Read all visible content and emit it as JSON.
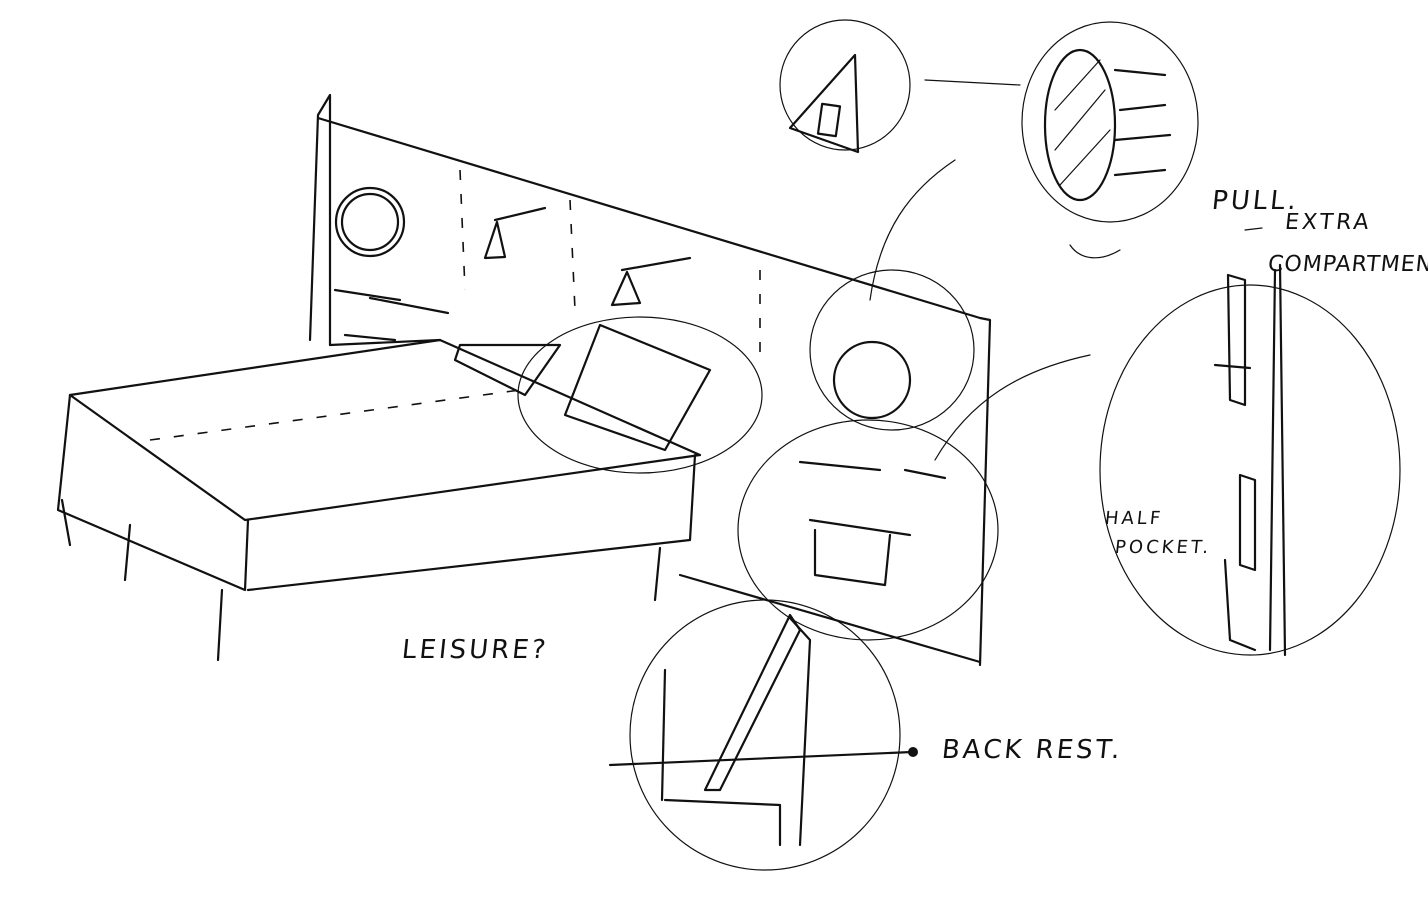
{
  "annotations": {
    "pull": "PULL.",
    "extra": "EXTRA",
    "compartment": "COMPARTMEN",
    "half": "HALF",
    "pocket": "POCKET.",
    "leisure": "LEISURE?",
    "back_rest": "BACK REST."
  },
  "colors": {
    "ink": "#111111",
    "paper": "#ffffff"
  }
}
